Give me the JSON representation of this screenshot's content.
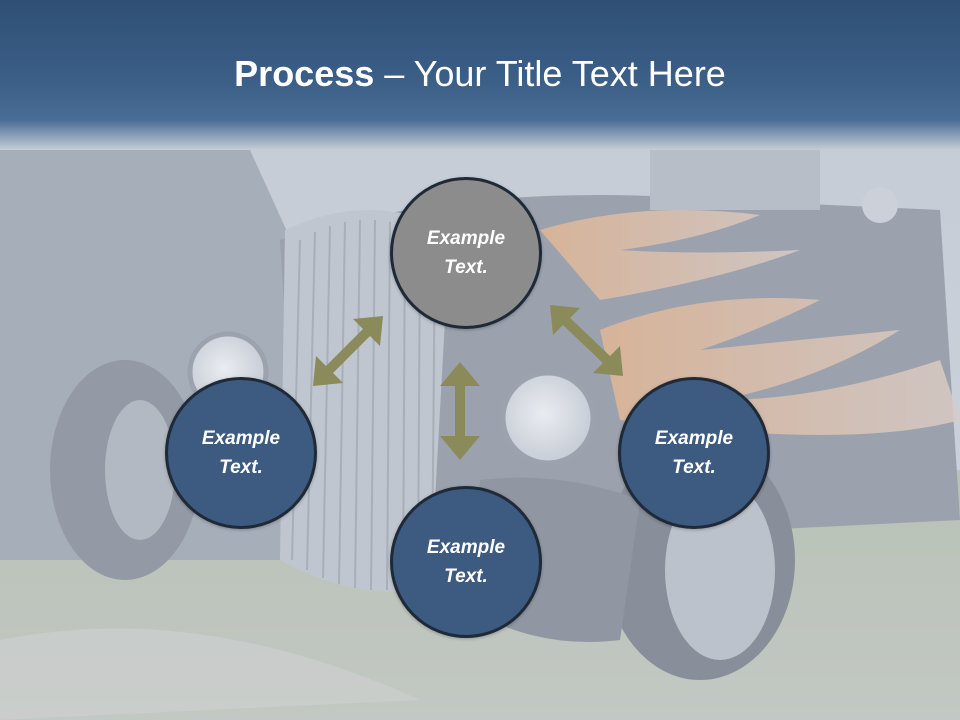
{
  "title": {
    "bold_part": "Process",
    "rest_part": " – Your Title Text Here"
  },
  "process": {
    "top": "Example Text.",
    "left": "Example Text.",
    "right": "Example Text.",
    "bottom": "Example Text."
  },
  "colors": {
    "title_band": "#3c5f88",
    "circle_blue": "#3d5a80",
    "circle_gray": "#8c8c8c",
    "arrow_olive": "#8a8a5a",
    "title_text": "#ffffff"
  },
  "icons": {
    "arrows": "double-headed-arrow"
  }
}
